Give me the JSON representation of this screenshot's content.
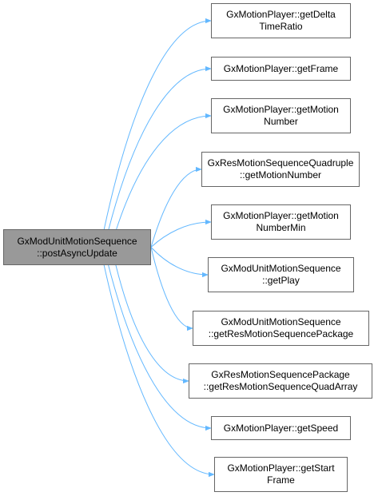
{
  "colors": {
    "edge": "#63b8ff",
    "node_border": "#666666",
    "node_fill": "#ffffff",
    "source_fill": "#999999",
    "text": "#000000"
  },
  "source": {
    "lines": [
      "GxModUnitMotionSequence",
      "::postAsyncUpdate"
    ]
  },
  "targets": [
    {
      "lines": [
        "GxMotionPlayer::getDelta",
        "TimeRatio"
      ]
    },
    {
      "lines": [
        "GxMotionPlayer::getFrame"
      ]
    },
    {
      "lines": [
        "GxMotionPlayer::getMotion",
        "Number"
      ]
    },
    {
      "lines": [
        "GxResMotionSequenceQuadruple",
        "::getMotionNumber"
      ]
    },
    {
      "lines": [
        "GxMotionPlayer::getMotion",
        "NumberMin"
      ]
    },
    {
      "lines": [
        "GxModUnitMotionSequence",
        "::getPlay"
      ]
    },
    {
      "lines": [
        "GxModUnitMotionSequence",
        "::getResMotionSequencePackage"
      ]
    },
    {
      "lines": [
        "GxResMotionSequencePackage",
        "::getResMotionSequenceQuadArray"
      ]
    },
    {
      "lines": [
        "GxMotionPlayer::getSpeed"
      ]
    },
    {
      "lines": [
        "GxMotionPlayer::getStart",
        "Frame"
      ]
    }
  ]
}
